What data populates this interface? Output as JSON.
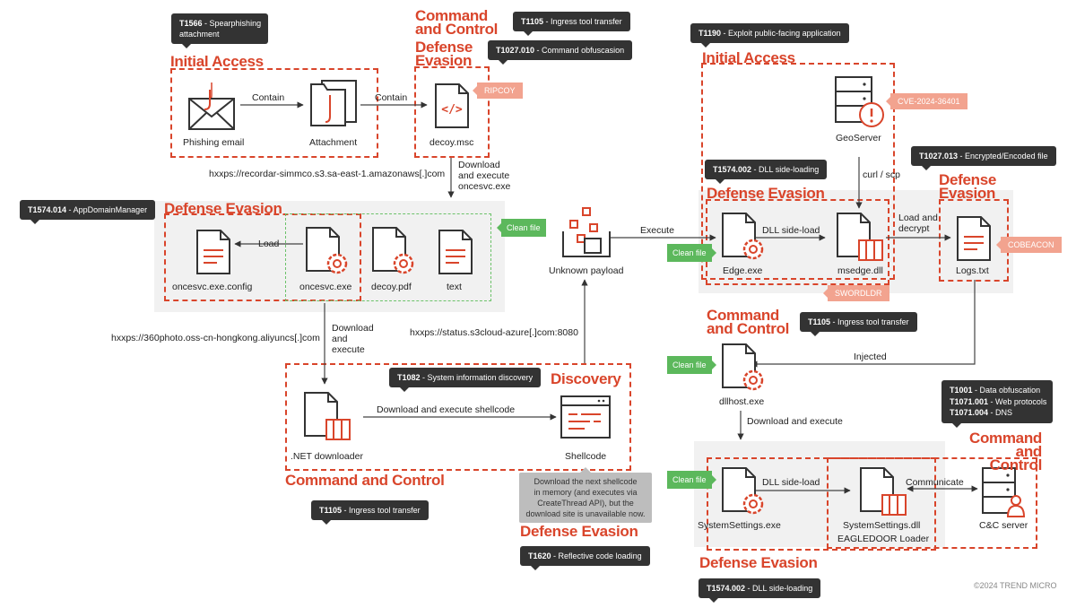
{
  "tags": {
    "t1566": {
      "id": "T1566",
      "text": "Spearphishing",
      "text2": "attachment"
    },
    "t1105_top": {
      "id": "T1105",
      "text": "Ingress tool transfer"
    },
    "t1027_010": {
      "id": "T1027.010",
      "text": "Command obfuscasion"
    },
    "t1190": {
      "id": "T1190",
      "text": "Exploit public-facing application"
    },
    "t1574_014": {
      "id": "T1574.014",
      "text": "AppDomainManager"
    },
    "t1574_002_mid": {
      "id": "T1574.002",
      "text": "DLL side-loading"
    },
    "t1027_013": {
      "id": "T1027.013",
      "text": "Encrypted/Encoded file"
    },
    "t1105_right": {
      "id": "T1105",
      "text": "Ingress tool transfer"
    },
    "t1082": {
      "id": "T1082",
      "text": "System information discovery"
    },
    "t1001": {
      "id1": "T1001",
      "text1": "Data obfuscation",
      "id2": "T1071.001",
      "text2": "Web protocols",
      "id3": "T1071.004",
      "text3": "DNS"
    },
    "t1105_bottom": {
      "id": "T1105",
      "text": "Ingress tool transfer"
    },
    "t1620": {
      "id": "T1620",
      "text": "Reflective code loading"
    },
    "t1574_002_bottom": {
      "id": "T1574.002",
      "text": "DLL side-loading"
    }
  },
  "sections": {
    "initial_access_left": "Initial Access",
    "c2_top": "Command and Control",
    "defense_evasion_top": "Defense Evasion",
    "initial_access_right": "Initial Access",
    "defense_evasion_left": "Defense Evasion",
    "defense_evasion_mid": "Defense Evasion",
    "defense_evasion_logs": "Defense Evasion",
    "c2_right": "Command and Control",
    "discovery": "Discovery",
    "c2_bottom_left": "Command and Control",
    "defense_evasion_shellcode": "Defense Evasion",
    "c2_right_bottom": "Command and Control",
    "defense_evasion_bottom": "Defense Evasion"
  },
  "nodes": {
    "phishing_email": "Phishing email",
    "attachment": "Attachment",
    "decoy_msc": "decoy.msc",
    "geoserver": "GeoServer",
    "oncesvc_config": "oncesvc.exe.config",
    "oncesvc_exe": "oncesvc.exe",
    "decoy_pdf": "decoy.pdf",
    "text": "text",
    "unknown_payload": "Unknown payload",
    "edge_exe": "Edge.exe",
    "msedge_dll": "msedge.dll",
    "logs_txt": "Logs.txt",
    "dllhost": "dllhost.exe",
    "net_downloader": ".NET downloader",
    "shellcode": "Shellcode",
    "systemsettings_exe": "SystemSettings.exe",
    "systemsettings_dll": "SystemSettings.dll",
    "eagledoor": "EAGLEDOOR Loader",
    "cc_server": "C&C server"
  },
  "edges": {
    "contain1": "Contain",
    "contain2": "Contain",
    "download_execute_top_1": "Download",
    "download_execute_top_2": "and execute",
    "download_execute_top_3": "oncesvc.exe",
    "load": "Load",
    "execute": "Execute",
    "dll_sideload_top": "DLL side-load",
    "curl_scp": "curl / scp",
    "load_decrypt_1": "Load and",
    "load_decrypt_2": "decrypt",
    "download_execute_mid_1": "Download",
    "download_execute_mid_2": "and",
    "download_execute_mid_3": "execute",
    "download_shellcode": "Download and execute shellcode",
    "injected": "Injected",
    "download_execute_right": "Download and execute",
    "dll_sideload_bottom": "DLL side-load",
    "communicate": "Communicate"
  },
  "urls": {
    "recordar": "hxxps://recordar-simmco.s3.sa-east-1.amazonaws[.]com",
    "photo360": "hxxps://360photo.oss-cn-hongkong.aliyuncs[.]com",
    "status": "hxxps://status.s3cloud-azure[.]com:8080"
  },
  "orange_tags": {
    "ripcoy": "RIPCOY",
    "cve": "CVE-2024-36401",
    "cobeacon": "COBEACON",
    "swordldr": "SWORDLDR"
  },
  "clean_file": "Clean file",
  "shellcode_note": {
    "l1": "Download the next shellcode",
    "l2": "in memory (and executes via",
    "l3": "CreateThread API), but the",
    "l4": "download site is unavailable now."
  },
  "copyright": "©2024 TREND MICRO",
  "colors": {
    "accent": "#d9452b",
    "clean": "#5cb85c",
    "tag": "#333333",
    "orange": "#f2a38f"
  }
}
